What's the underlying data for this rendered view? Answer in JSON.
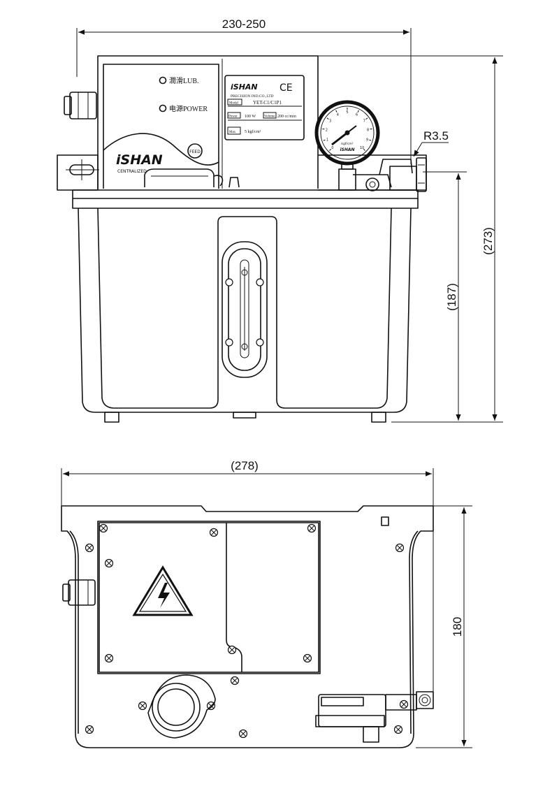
{
  "dimensions": {
    "top_width": "230-250",
    "total_height": "(273)",
    "tank_height": "(187)",
    "radius": "R3.5",
    "bottom_width": "(278)",
    "bottom_depth": "180"
  },
  "panel": {
    "lub_label": "潤滑LUB.",
    "power_label": "电源POWER",
    "brand": "iSHAN",
    "brand_sub": "CENTRALIZED",
    "feed_button": "FEED"
  },
  "nameplate": {
    "brand": "iSHAN",
    "ce": "CE",
    "company": "PRECISION IND.CO.,LTD",
    "model_key": "Model",
    "model": "YET-C1/C1P1",
    "power_key": "Power",
    "power": "100 W",
    "volume_key": "Volume",
    "volume": "200 cc/min",
    "max_key": "Max",
    "pressure": "5 kgf/cm²"
  },
  "gauge": {
    "unit": "kgf/cm²",
    "brand": "iSHAN",
    "ticks": [
      "0",
      "1",
      "2",
      "3",
      "4",
      "5",
      "6",
      "7",
      "8",
      "9",
      "10"
    ]
  }
}
